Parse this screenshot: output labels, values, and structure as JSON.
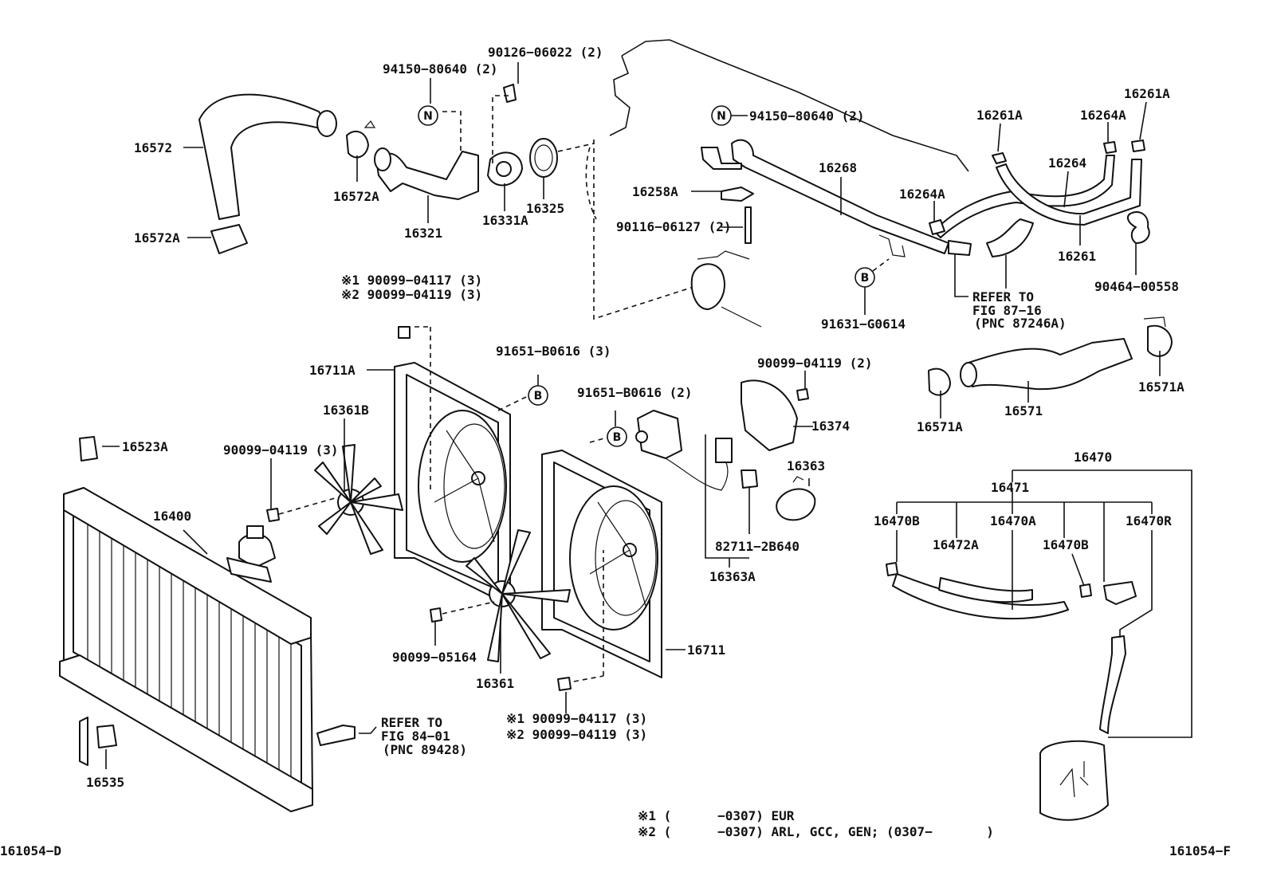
{
  "labels": {
    "p16572": "16572",
    "p16572A_top": "16572A",
    "p16572A_bot": "16572A",
    "p16321": "16321",
    "p16331A": "16331A",
    "p16325": "16325",
    "p94150_top": "94150−80640 (2)",
    "p90126": "90126−06022 (2)",
    "p94150_right": "94150−80640 (2)",
    "p16268": "16268",
    "p16258A": "16258A",
    "p90116": "90116−06127 (2)",
    "p16264A_a": "16264A",
    "p16264A_b": "16264A",
    "p16261A_a": "16261A",
    "p16261A_b": "16261A",
    "p16264": "16264",
    "p16261": "16261",
    "p90464": "90464−00558",
    "p91631": "91631−G0614",
    "refer87_1": "REFER TO",
    "refer87_2": "FIG 87−16",
    "refer87_3": "(PNC 87246A)",
    "s1_top": "※1 90099−04117 (3)",
    "s2_top": "※2 90099−04119 (3)",
    "p16711A": "16711A",
    "p91651_a": "91651−B0616 (3)",
    "p91651_b": "91651−B0616 (2)",
    "p90099_04119_2": "90099−04119 (2)",
    "p16374": "16374",
    "p16363": "16363",
    "p82711": "82711−2B640",
    "p16363A": "16363A",
    "p16361B": "16361B",
    "p90099_04119_3": "90099−04119 (3)",
    "p16523A": "16523A",
    "p16400": "16400",
    "p90099_05164": "90099−05164",
    "p16361": "16361",
    "p16711": "16711",
    "s1_bot": "※1 90099−04117 (3)",
    "s2_bot": "※2 90099−04119 (3)",
    "refer84_1": "REFER TO",
    "refer84_2": "FIG 84−01",
    "refer84_3": "(PNC 89428)",
    "p16535": "16535",
    "p16571A_a": "16571A",
    "p16571A_b": "16571A",
    "p16571": "16571",
    "p16470": "16470",
    "p16471": "16471",
    "p16470B_a": "16470B",
    "p16470A": "16470A",
    "p16470R": "16470R",
    "p16472A": "16472A",
    "p16470B_b": "16470B",
    "code_left": "161054−D",
    "code_right": "161054−F",
    "note1": "※1 (      −0307) EUR",
    "note2": "※2 (      −0307) ARL, GCC, GEN; (0307−       )",
    "n_symbol": "N",
    "b_symbol": "B"
  }
}
